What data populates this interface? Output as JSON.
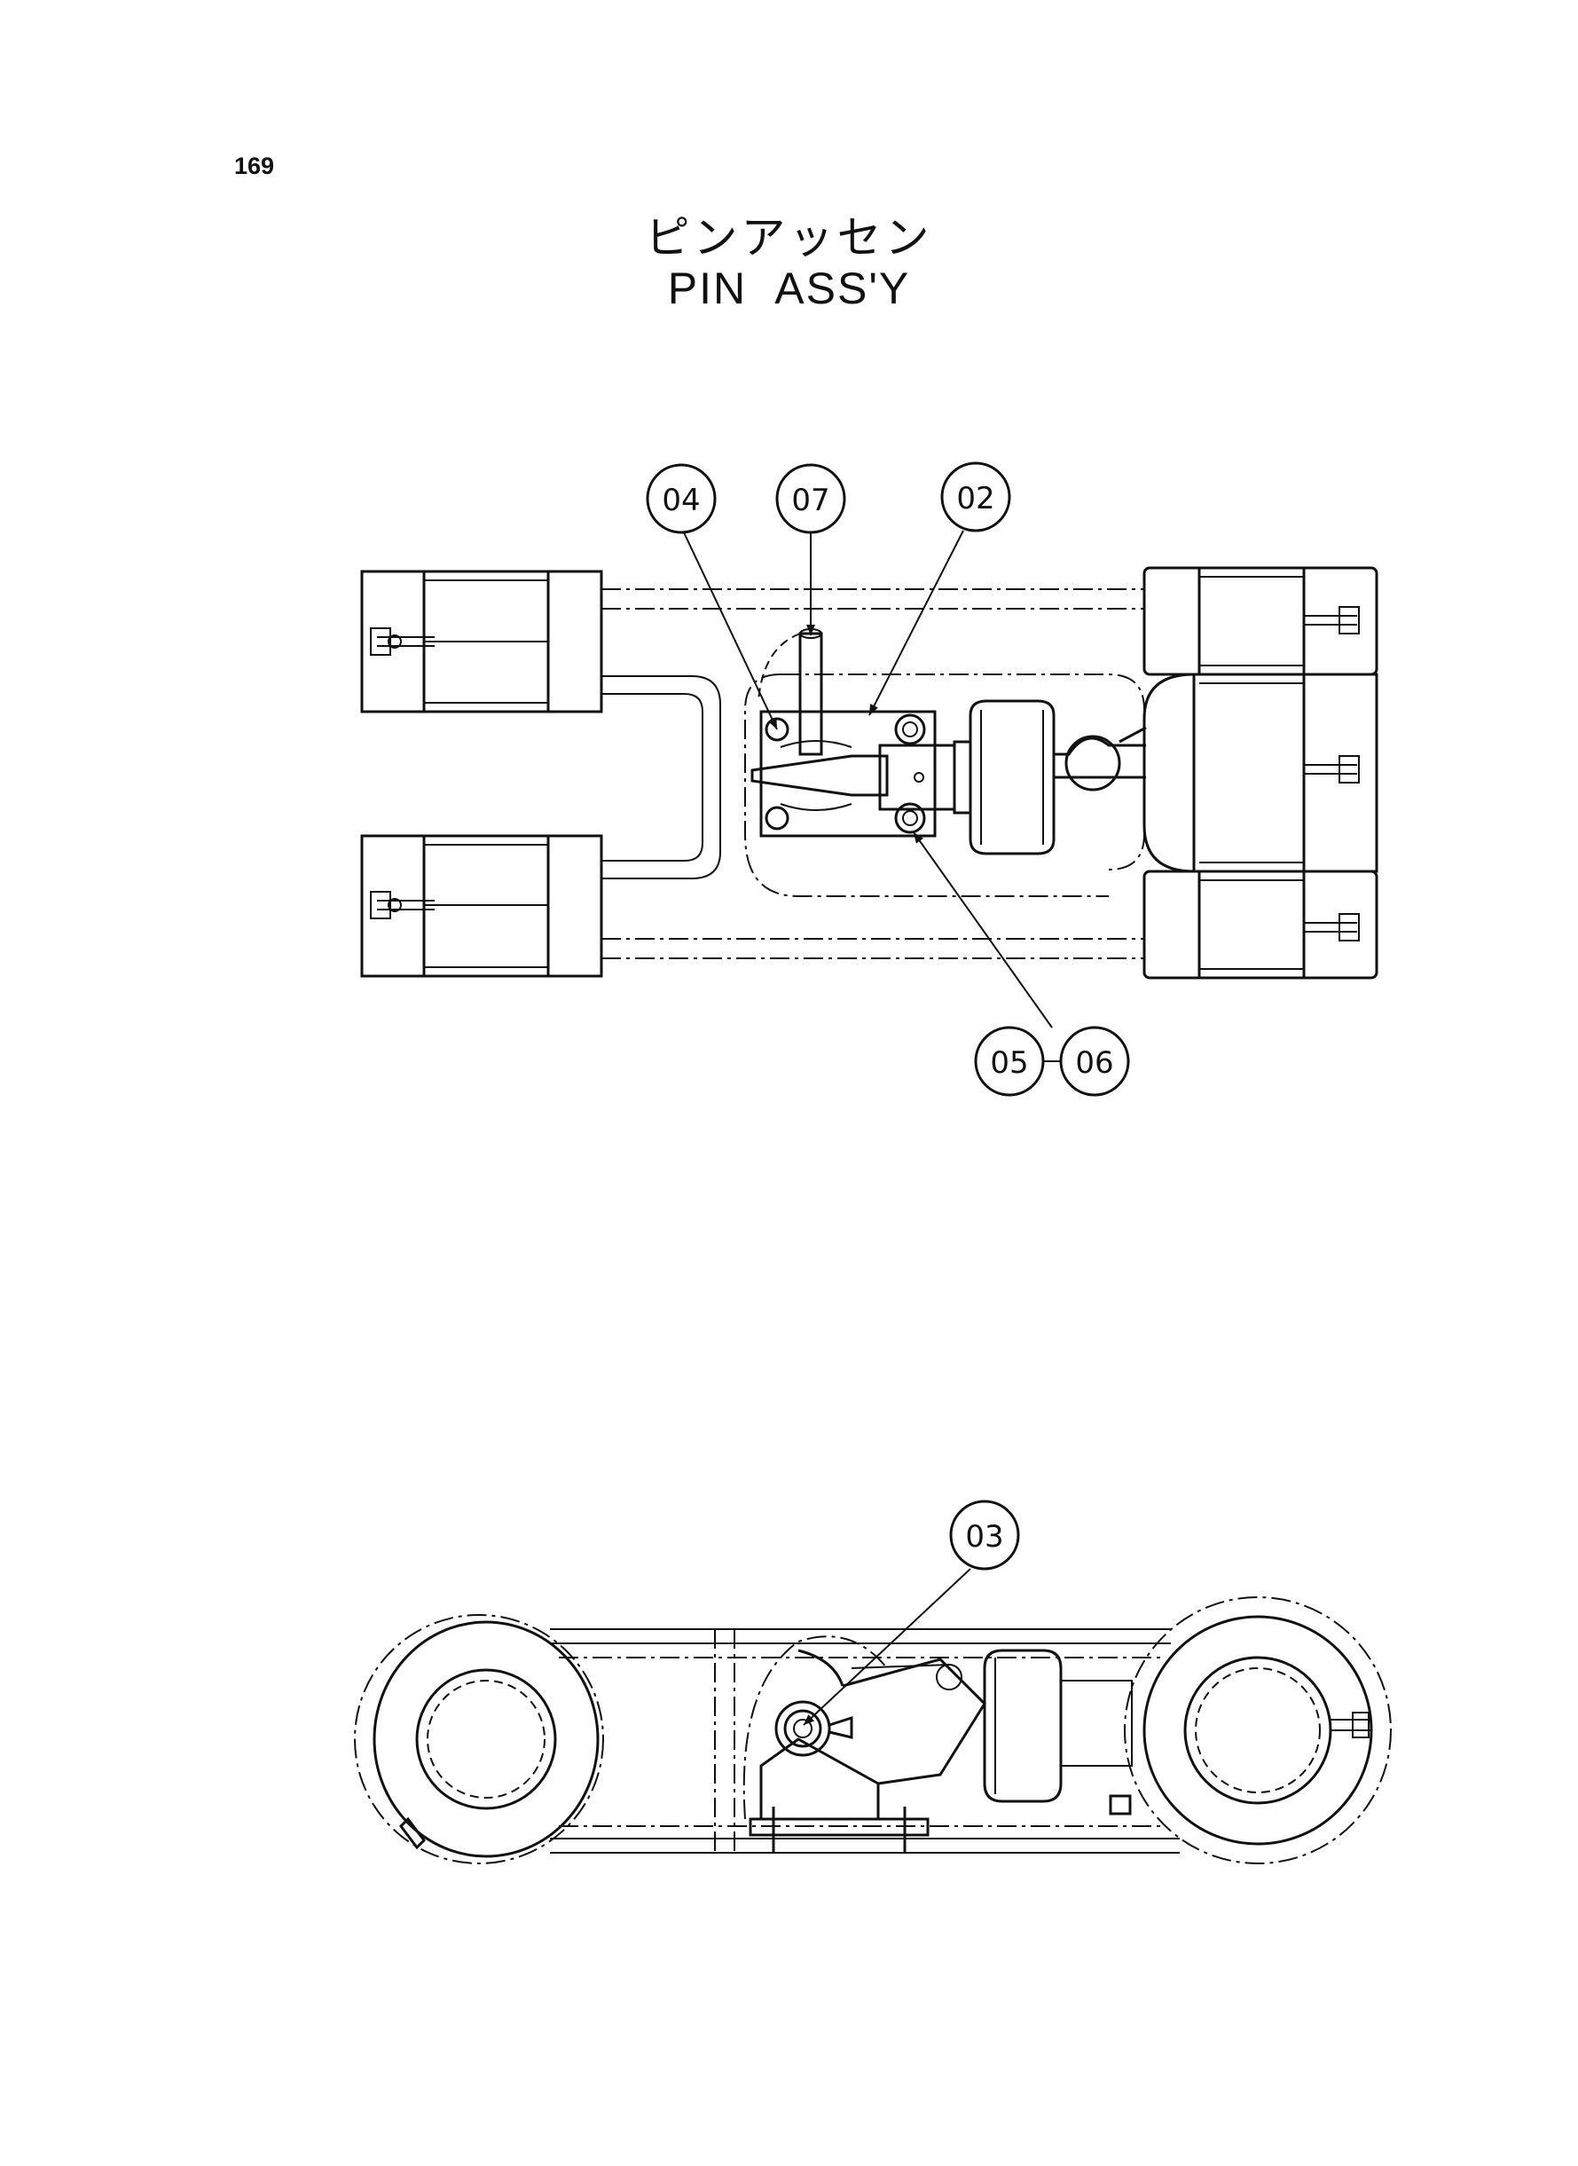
{
  "page": {
    "number": "169"
  },
  "title": {
    "japanese": "ピンアッセン",
    "english": "PIN ASS'Y"
  },
  "callouts": {
    "c04": "04",
    "c07": "07",
    "c02": "02",
    "c05": "05",
    "c06": "06",
    "c03": "03"
  }
}
